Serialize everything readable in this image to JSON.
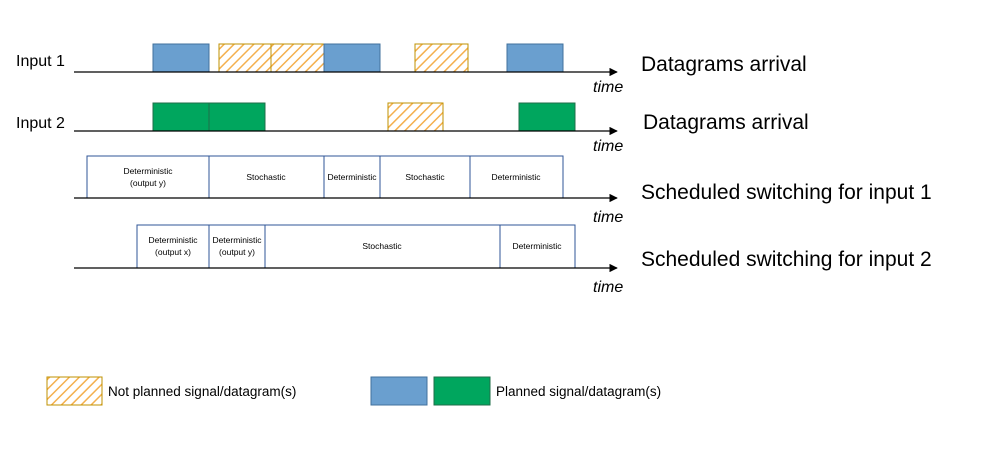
{
  "colors": {
    "planned_blue": "#6A9FCF",
    "planned_blue_border": "#41719C",
    "planned_green": "#00A65E",
    "planned_green_border": "#1F6F4A",
    "unplanned_stripe": "#F4B04E",
    "unplanned_fill": "#FFFFFF",
    "schedule_border": "#2F5597",
    "axis": "#000000"
  },
  "rows": {
    "input1": {
      "label": "Input 1",
      "title": "Datagrams arrival",
      "axis_label": "time"
    },
    "input2": {
      "label": "Input 2",
      "title": "Datagrams arrival",
      "axis_label": "time"
    },
    "sched1": {
      "title": "Scheduled switching for input 1",
      "axis_label": "time"
    },
    "sched2": {
      "title": "Scheduled switching for input 2",
      "axis_label": "time"
    }
  },
  "schedule1": [
    {
      "line1": "Deterministic",
      "line2": "(output y)"
    },
    {
      "line1": "Stochastic",
      "line2": ""
    },
    {
      "line1": "Deterministic",
      "line2": ""
    },
    {
      "line1": "Stochastic",
      "line2": ""
    },
    {
      "line1": "Deterministic",
      "line2": ""
    }
  ],
  "schedule2": [
    {
      "line1": "Deterministic",
      "line2": "(output x)"
    },
    {
      "line1": "Deterministic",
      "line2": "(output y)"
    },
    {
      "line1": "Stochastic",
      "line2": ""
    },
    {
      "line1": "Deterministic",
      "line2": ""
    }
  ],
  "legend": {
    "unplanned_label": "Not planned signal/datagram(s)",
    "planned_label": "Planned signal/datagram(s)"
  }
}
